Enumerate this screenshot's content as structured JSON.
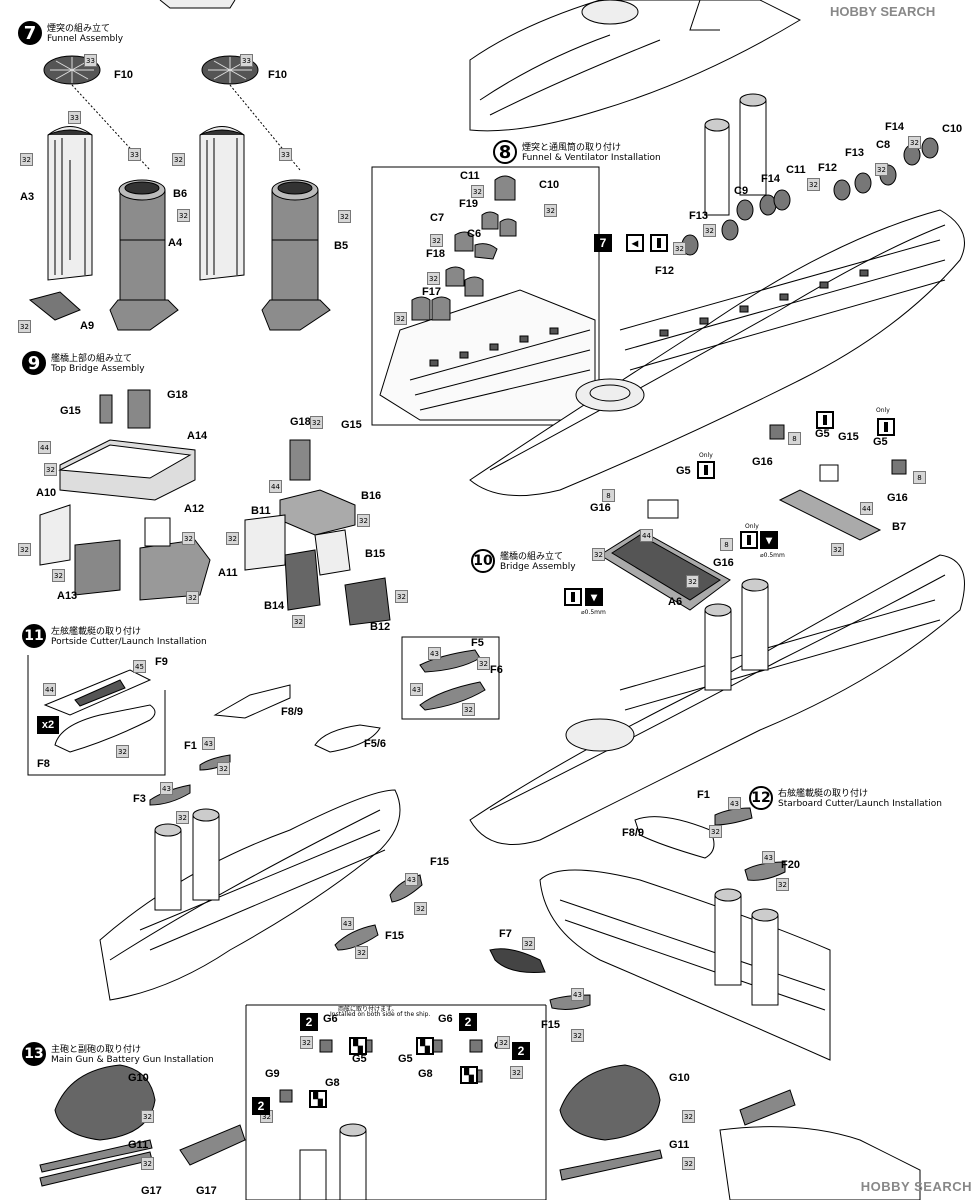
{
  "watermark": "HOBBY SEARCH",
  "steps": [
    {
      "id": "s7",
      "number": "7",
      "jp": "煙突の組み立て",
      "en": "Funnel Assembly",
      "style": "filled"
    },
    {
      "id": "s8",
      "number": "8",
      "jp": "煙突と通風筒の取り付け",
      "en": "Funnel & Ventilator Installation",
      "style": "outline"
    },
    {
      "id": "s9",
      "number": "9",
      "jp": "艦橋上部の組み立て",
      "en": "Top Bridge Assembly",
      "style": "filled"
    },
    {
      "id": "s10",
      "number": "10",
      "jp": "艦橋の組み立て",
      "en": "Bridge Assembly",
      "style": "outline"
    },
    {
      "id": "s11",
      "number": "11",
      "jp": "左舷艦載艇の取り付け",
      "en": "Portside Cutter/Launch Installation",
      "style": "filled"
    },
    {
      "id": "s12",
      "number": "12",
      "jp": "右舷艦載艇の取り付け",
      "en": "Starboard Cutter/Launch Installation",
      "style": "outline"
    },
    {
      "id": "s13",
      "number": "13",
      "jp": "主砲と副砲の取り付け",
      "en": "Main Gun & Battery Gun Installation",
      "style": "filled"
    }
  ],
  "notes": {
    "only": "Only",
    "drill": "⌀0.5mm",
    "x2": "x2",
    "both_sides_jp": "両舷に取り付けます。",
    "both_sides_en": "Installed on both side of the ship."
  },
  "parts": {
    "F10": "F10",
    "A3": "A3",
    "A4": "A4",
    "A9": "A9",
    "B6": "B6",
    "B5": "B5",
    "G18": "G18",
    "G15": "G15",
    "A14": "A14",
    "A10": "A10",
    "A12": "A12",
    "A11": "A11",
    "A13": "A13",
    "B11": "B11",
    "B16": "B16",
    "B15": "B15",
    "B14": "B14",
    "B12": "B12",
    "C11": "C11",
    "C10": "C10",
    "F19": "F19",
    "C7": "C7",
    "C6": "C6",
    "F18": "F18",
    "F17": "F17",
    "C9": "C9",
    "C8": "C8",
    "F14": "F14",
    "F13": "F13",
    "F12": "F12",
    "G5": "G5",
    "G16": "G16",
    "B7": "B7",
    "A6": "A6",
    "F9": "F9",
    "F8": "F8",
    "F8_9": "F8/9",
    "F1": "F1",
    "F3": "F3",
    "F5": "F5",
    "F6": "F6",
    "F5_6": "F5/6",
    "F15": "F15",
    "F7": "F7",
    "F20": "F20",
    "G6": "G6",
    "G9": "G9",
    "G8": "G8",
    "G10": "G10",
    "G11": "G11",
    "G17": "G17"
  },
  "colors": {
    "ink": "#000000",
    "fill_light": "#d8d8d8",
    "fill_mid": "#8c8c8c",
    "fill_dark": "#4a4a4a",
    "paper": "#ffffff"
  },
  "swatch_numbers": [
    "33",
    "32",
    "44",
    "45",
    "43",
    "8"
  ]
}
